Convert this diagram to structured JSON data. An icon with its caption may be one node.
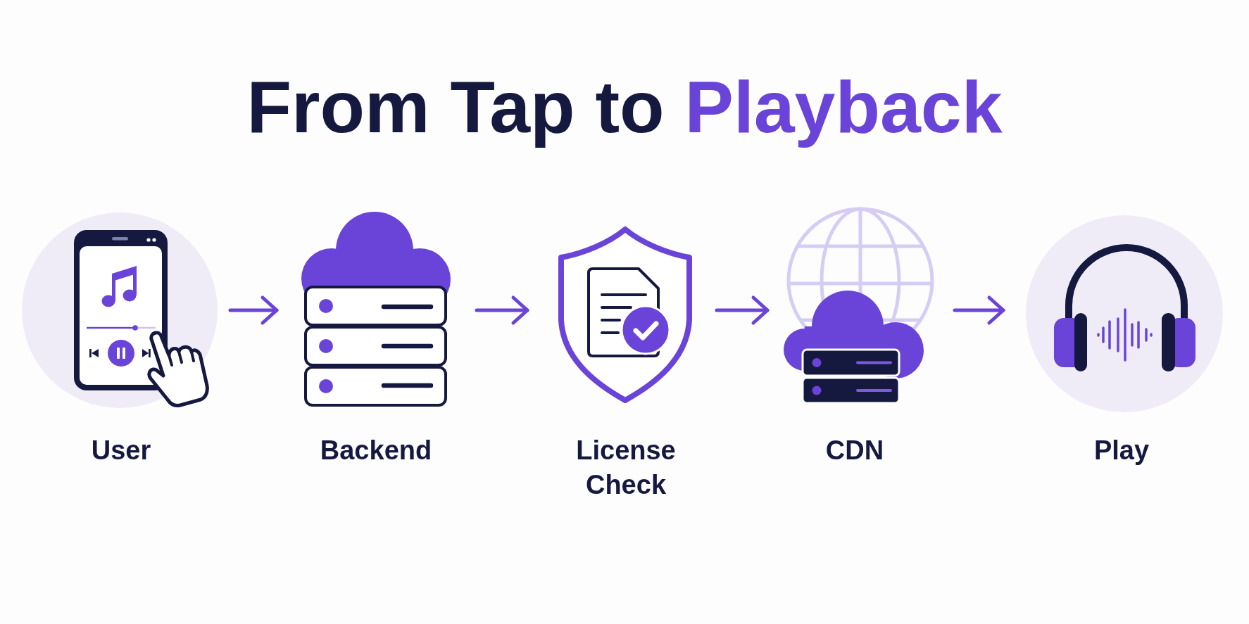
{
  "diagram": {
    "title": "From Tap to **Playback**",
    "nodes": [
      {
        "text": [
          "User"
        ]
      },
      {
        "text": [
          "Backend"
        ]
      },
      {
        "text": [
          "License Check"
        ]
      },
      {
        "text": [
          "CDN"
        ]
      },
      {
        "text": [
          "Play"
        ]
      }
    ],
    "edges": [
      {
        "from": 0,
        "to": 1,
        "arrow": "to"
      },
      {
        "from": 1,
        "to": 2,
        "arrow": "to"
      },
      {
        "from": 2,
        "to": 3,
        "arrow": "to"
      },
      {
        "from": 3,
        "to": 4,
        "arrow": "to"
      }
    ]
  }
}
